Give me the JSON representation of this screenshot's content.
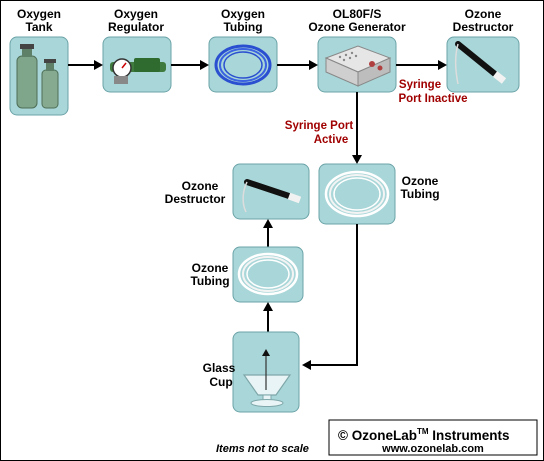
{
  "nodes": {
    "oxygen_tank": {
      "label": [
        "Oxygen",
        "Tank"
      ]
    },
    "oxygen_regulator": {
      "label": [
        "Oxygen",
        "Regulator"
      ]
    },
    "oxygen_tubing": {
      "label": [
        "Oxygen",
        "Tubing"
      ]
    },
    "ozone_generator": {
      "label": [
        "OL80F/S",
        "Ozone Generator"
      ]
    },
    "ozone_destructor_top": {
      "label": [
        "Ozone",
        "Destructor"
      ]
    },
    "ozone_tubing_right": {
      "label": [
        "Ozone",
        "Tubing"
      ]
    },
    "ozone_destructor_left": {
      "label": [
        "Ozone",
        "Destructor"
      ]
    },
    "ozone_tubing_left": {
      "label": [
        "Ozone",
        "Tubing"
      ]
    },
    "glass_cup": {
      "label": [
        "Glass",
        "Cup"
      ]
    }
  },
  "annotations": {
    "syringe_inactive": [
      "Syringe",
      "Port Inactive"
    ],
    "syringe_active": [
      "Syringe Port",
      "Active"
    ]
  },
  "footer": {
    "note": "Items not to scale",
    "brand_prefix": "© OzoneLab",
    "brand_tm": "TM",
    "brand_suffix": " Instruments",
    "url": "www.ozonelab.com"
  },
  "colors": {
    "tile": "#a9d6d8",
    "annotation": "#a00000",
    "arrow": "#000000"
  }
}
